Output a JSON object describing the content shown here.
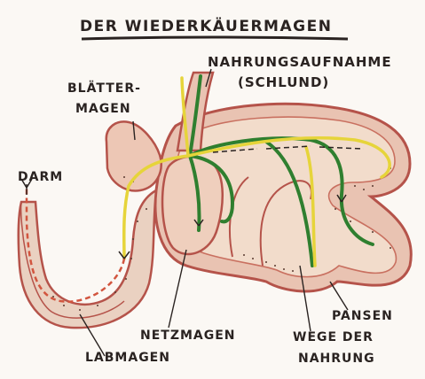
{
  "diagram": {
    "title": "DER WIEDERKÄUERMAGEN",
    "labels": {
      "intake_line1": "NAHRUNGSAUFNAHME",
      "intake_line2": "(SCHLUND)",
      "omasum_line1": "BLÄTTER-",
      "omasum_line2": "MAGEN",
      "intestine": "DARM",
      "reticulum": "NETZMAGEN",
      "abomasum": "LABMAGEN",
      "rumen": "PANSEN",
      "pathways_line1": "WEGE DER",
      "pathways_line2": "NAHRUNG"
    },
    "colors": {
      "outline": "#b5534a",
      "wall_fill": "#e9c3b2",
      "tissue_fill": "#f2dccb",
      "green_path": "#2f7f2f",
      "yellow_path": "#e6d43a",
      "ink": "#2a2321",
      "background": "#fbf8f4"
    }
  }
}
